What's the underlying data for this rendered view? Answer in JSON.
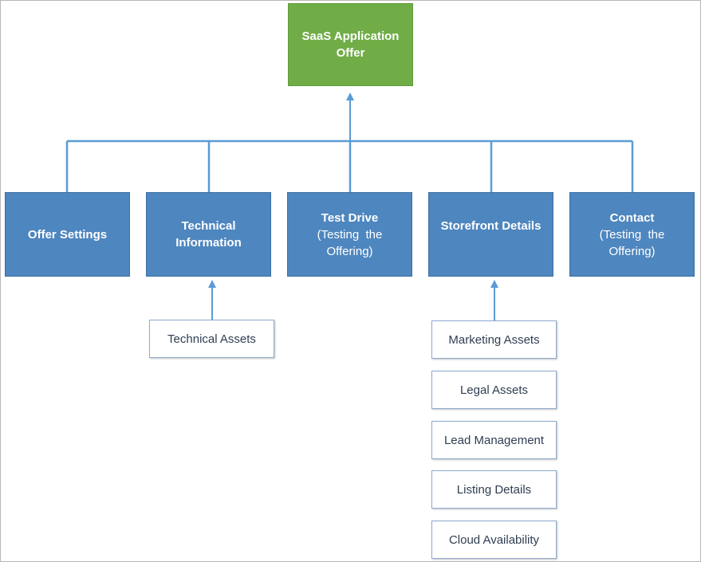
{
  "root": {
    "line1": "SaaS Application",
    "line2": "Offer"
  },
  "categories": [
    {
      "line1": "Offer Settings",
      "line2": "",
      "line3": ""
    },
    {
      "line1": "Technical",
      "line2": "Information",
      "line3": ""
    },
    {
      "line1": "Test Drive",
      "line2": "(Testing  the",
      "line3": "Offering)"
    },
    {
      "line1": "Storefront Details",
      "line2": "",
      "line3": ""
    },
    {
      "line1": "Contact",
      "line2": "(Testing  the",
      "line3": "Offering)"
    }
  ],
  "technical_assets": [
    "Technical Assets"
  ],
  "storefront_assets": [
    "Marketing Assets",
    "Legal Assets",
    "Lead Management",
    "Listing Details",
    "Cloud Availability"
  ],
  "colors": {
    "root_fill": "#70ad47",
    "category_fill": "#4e86bf",
    "connector": "#5b9bd5",
    "asset_border": "#8eaad0"
  }
}
